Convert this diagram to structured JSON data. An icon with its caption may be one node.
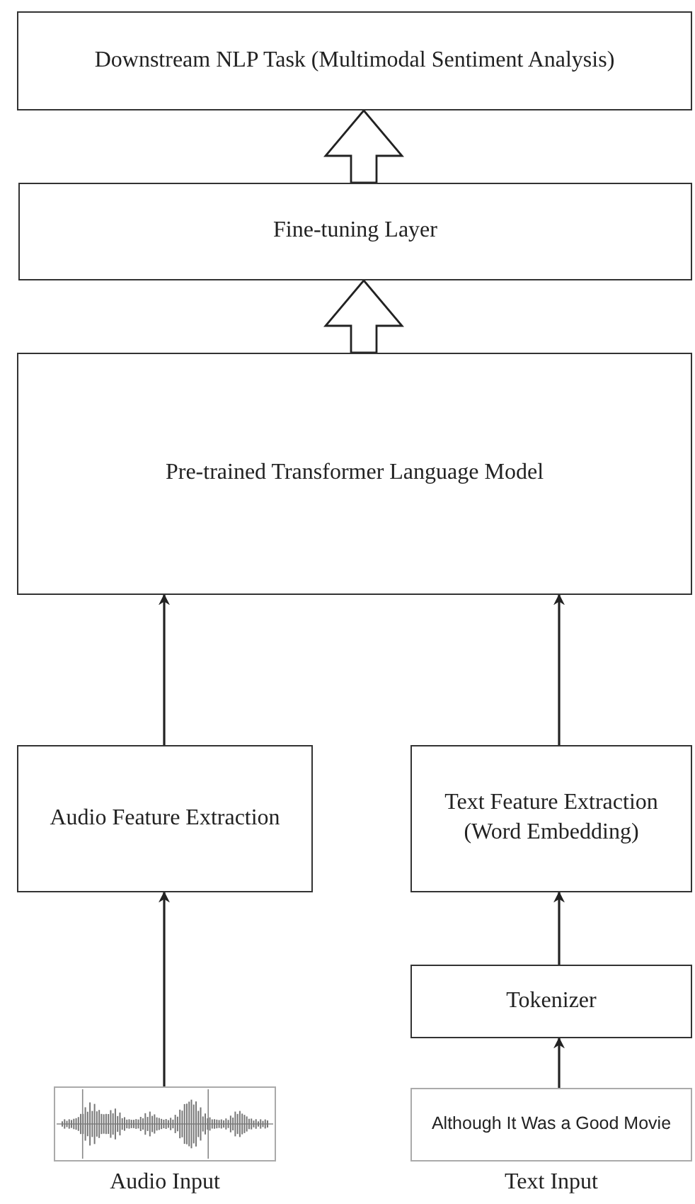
{
  "diagram": {
    "nodes": [
      {
        "text": [
          "Downstream NLP Task (Multimodal Sentiment Analysis)"
        ]
      },
      {
        "text": [
          "Fine-tuning Layer"
        ]
      },
      {
        "text": [
          "Pre-trained Transformer Language Model"
        ]
      },
      {
        "text": [
          "Audio Feature Extraction"
        ]
      },
      {
        "text": [
          "Text Feature Extraction (Word Embedding)"
        ]
      },
      {
        "text": [
          "Tokenizer"
        ]
      },
      {
        "text": [],
        "shape": "picture",
        "beside": [
          "Audio Input"
        ]
      },
      {
        "text": [
          "Although It Was a Good Movie"
        ],
        "beside": [
          "Text Input"
        ]
      }
    ],
    "edges": [
      {
        "from": 1,
        "to": 0,
        "arrow": "to",
        "style": "thick"
      },
      {
        "from": 2,
        "to": 1,
        "arrow": "to",
        "style": "thick"
      },
      {
        "from": 3,
        "to": 2,
        "arrow": "to"
      },
      {
        "from": 4,
        "to": 2,
        "arrow": "to"
      },
      {
        "from": 6,
        "to": 3,
        "arrow": "to"
      },
      {
        "from": 5,
        "to": 4,
        "arrow": "to"
      },
      {
        "from": 7,
        "to": 5,
        "arrow": "to"
      }
    ]
  }
}
